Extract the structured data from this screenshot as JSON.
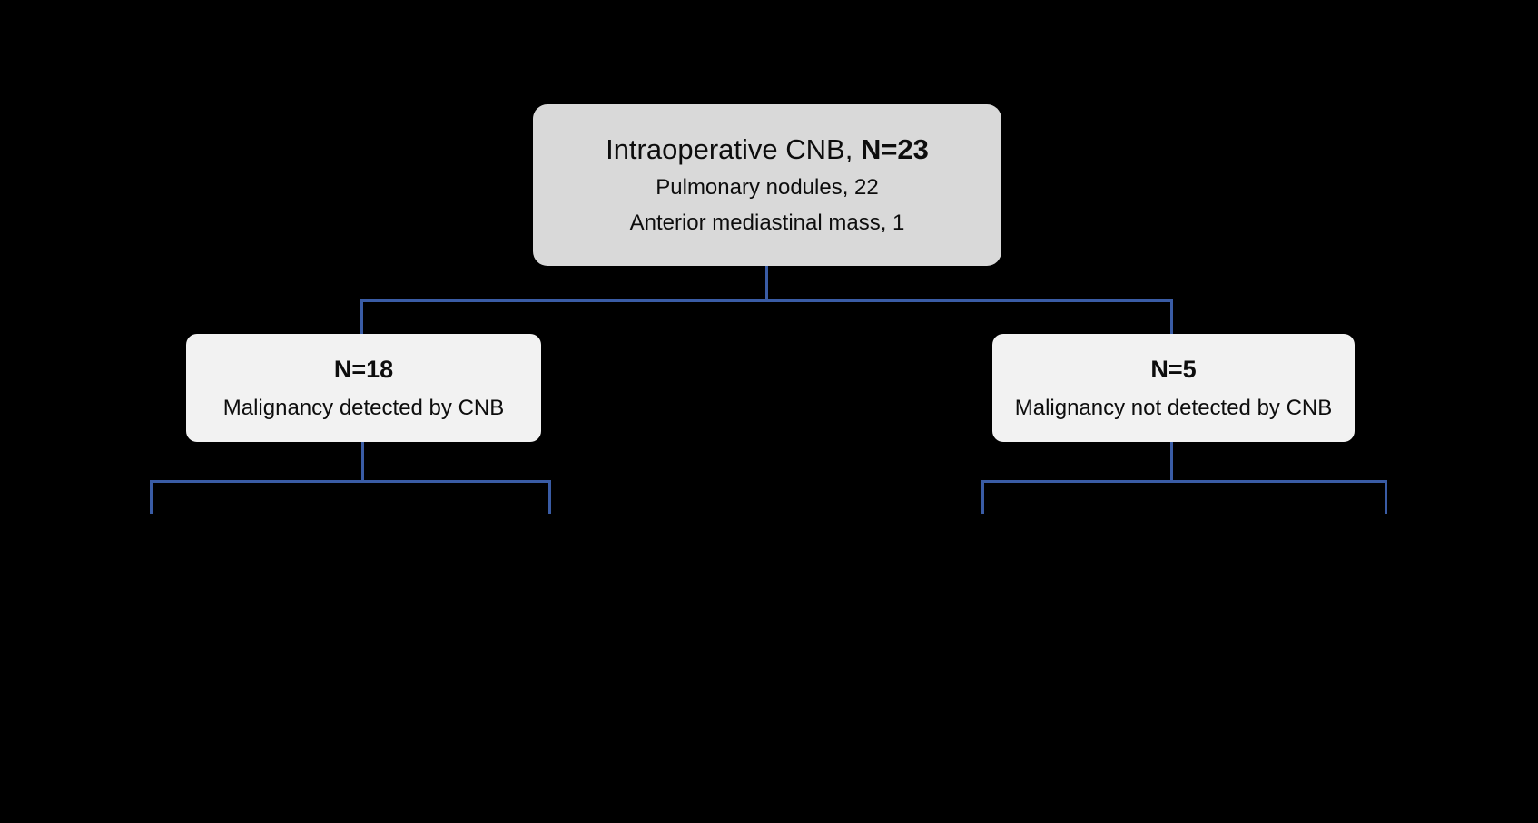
{
  "colors": {
    "background": "#000000",
    "connector": "#3A5CA5",
    "root_fill": "#D9D9D9",
    "child_fill": "#F2F2F2",
    "text": "#0D0D0D"
  },
  "flowchart": {
    "root": {
      "title": "Intraoperative CNB,",
      "title_count": "N=23",
      "detail1": "Pulmonary nodules, 22",
      "detail2": "Anterior mediastinal mass, 1"
    },
    "children": [
      {
        "count": "N=18",
        "label": "Malignancy detected by CNB"
      },
      {
        "count": "N=5",
        "label": "Malignancy not detected by CNB"
      }
    ]
  }
}
